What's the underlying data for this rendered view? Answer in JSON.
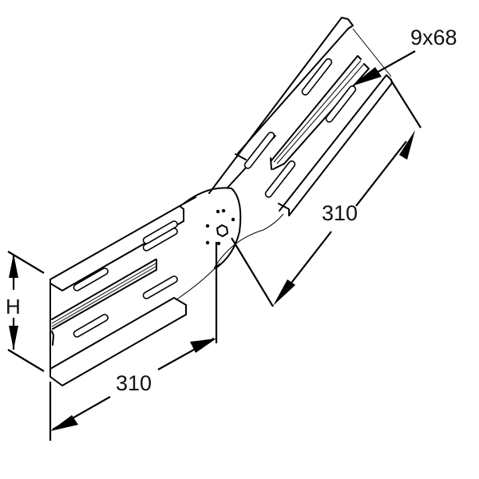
{
  "diagram": {
    "type": "technical-drawing",
    "subject": "adjustable angle cable tray connector",
    "dimensions": {
      "slot_size": "9x68",
      "arm_length_right": "310",
      "arm_length_bottom": "310",
      "height_label": "H"
    },
    "colors": {
      "line": "#000000",
      "background": "#ffffff"
    }
  }
}
